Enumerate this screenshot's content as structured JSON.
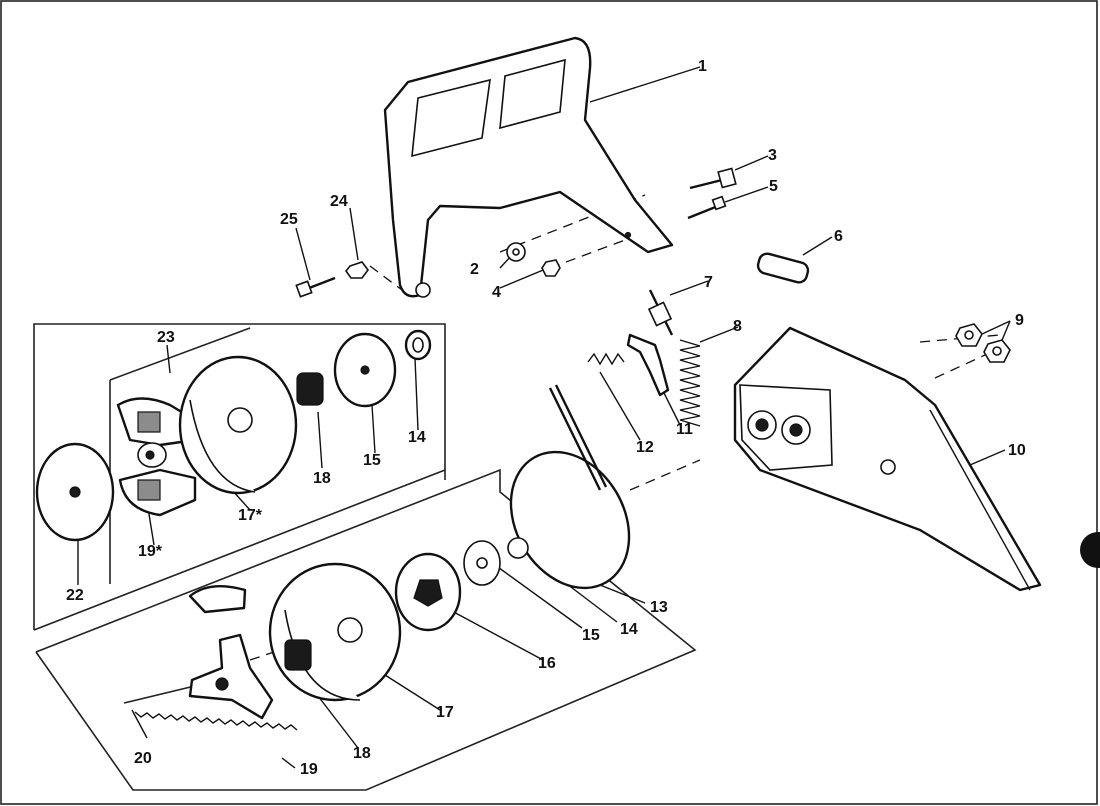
{
  "diagram": {
    "part_labels": {
      "p1": "1",
      "p2": "2",
      "p3": "3",
      "p4": "4",
      "p5": "5",
      "p6": "6",
      "p7": "7",
      "p8": "8",
      "p9": "9",
      "p10": "10",
      "p11": "11",
      "p12": "12",
      "p13": "13",
      "p14a": "14",
      "p14b": "14",
      "p15a": "15",
      "p15b": "15",
      "p16": "16",
      "p17a": "17*",
      "p17b": "17",
      "p18a": "18",
      "p18b": "18",
      "p19a": "19*",
      "p19b": "19",
      "p20": "20",
      "p22": "22",
      "p23": "23",
      "p24": "24",
      "p25": "25"
    }
  }
}
